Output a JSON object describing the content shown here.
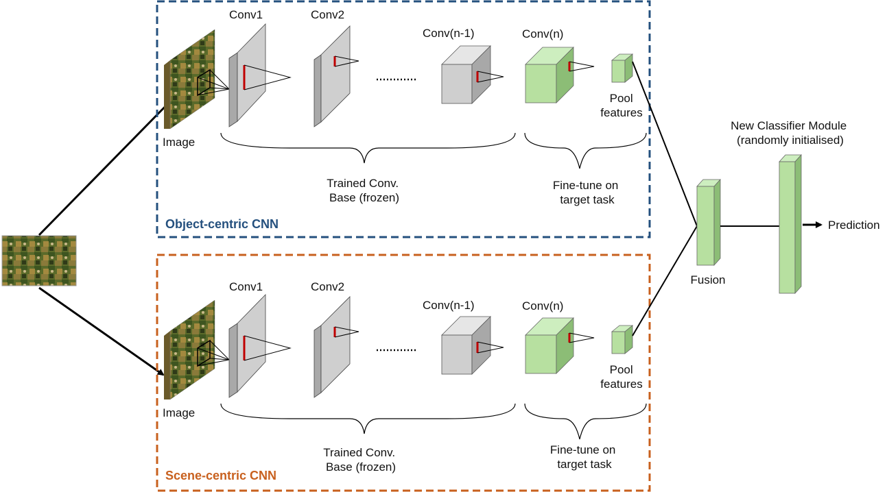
{
  "branches": [
    {
      "title": "Object-centric CNN",
      "image_label": "Image",
      "conv_labels": [
        "Conv1",
        "Conv2",
        "Conv(n-1)",
        "Conv(n)"
      ],
      "pool_label": [
        "Pool",
        "features"
      ],
      "frozen_label": [
        "Trained Conv.",
        "Base (frozen)"
      ],
      "finetune_label": [
        "Fine-tune on",
        "target task"
      ]
    },
    {
      "title": "Scene-centric CNN",
      "image_label": "Image",
      "conv_labels": [
        "Conv1",
        "Conv2",
        "Conv(n-1)",
        "Conv(n)"
      ],
      "pool_label": [
        "Pool",
        "features"
      ],
      "frozen_label": [
        "Trained Conv.",
        "Base (frozen)"
      ],
      "finetune_label": [
        "Fine-tune on",
        "target task"
      ]
    }
  ],
  "fusion_label": "Fusion",
  "classifier_label": [
    "New Classifier Module",
    "(randomly initialised)"
  ],
  "prediction_label": "Prediction",
  "colors": {
    "object_border": "#24507e",
    "scene_border": "#c8601e",
    "frozen_layer": "#c9c9c9",
    "trainable_layer": "#b7e0a0",
    "kernel": "#c00000"
  }
}
